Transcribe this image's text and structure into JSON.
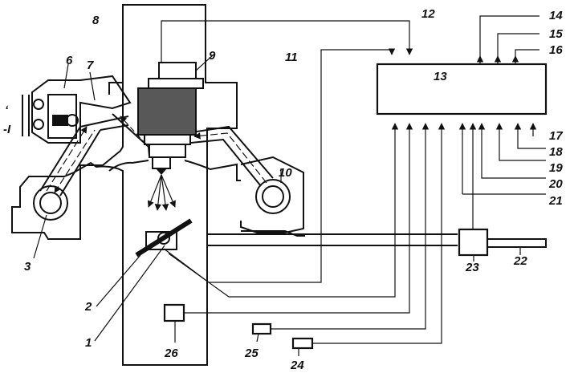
{
  "labels": {
    "l1": "1",
    "l2": "2",
    "l3": "3",
    "l6": "6",
    "l7": "7",
    "l8": "8",
    "l9": "9",
    "l10": "10",
    "l11": "11",
    "l12": "12",
    "l13": "13",
    "l14": "14",
    "l15": "15",
    "l16": "16",
    "l17": "17",
    "l18": "18",
    "l19": "19",
    "l20": "20",
    "l21": "21",
    "l22": "22",
    "l23": "23",
    "l24": "24",
    "l25": "25",
    "l26": "26",
    "edge_a": "ʻ",
    "edge_b": "-I"
  },
  "colors": {
    "ink": "#111111",
    "paper": "#ffffff"
  }
}
